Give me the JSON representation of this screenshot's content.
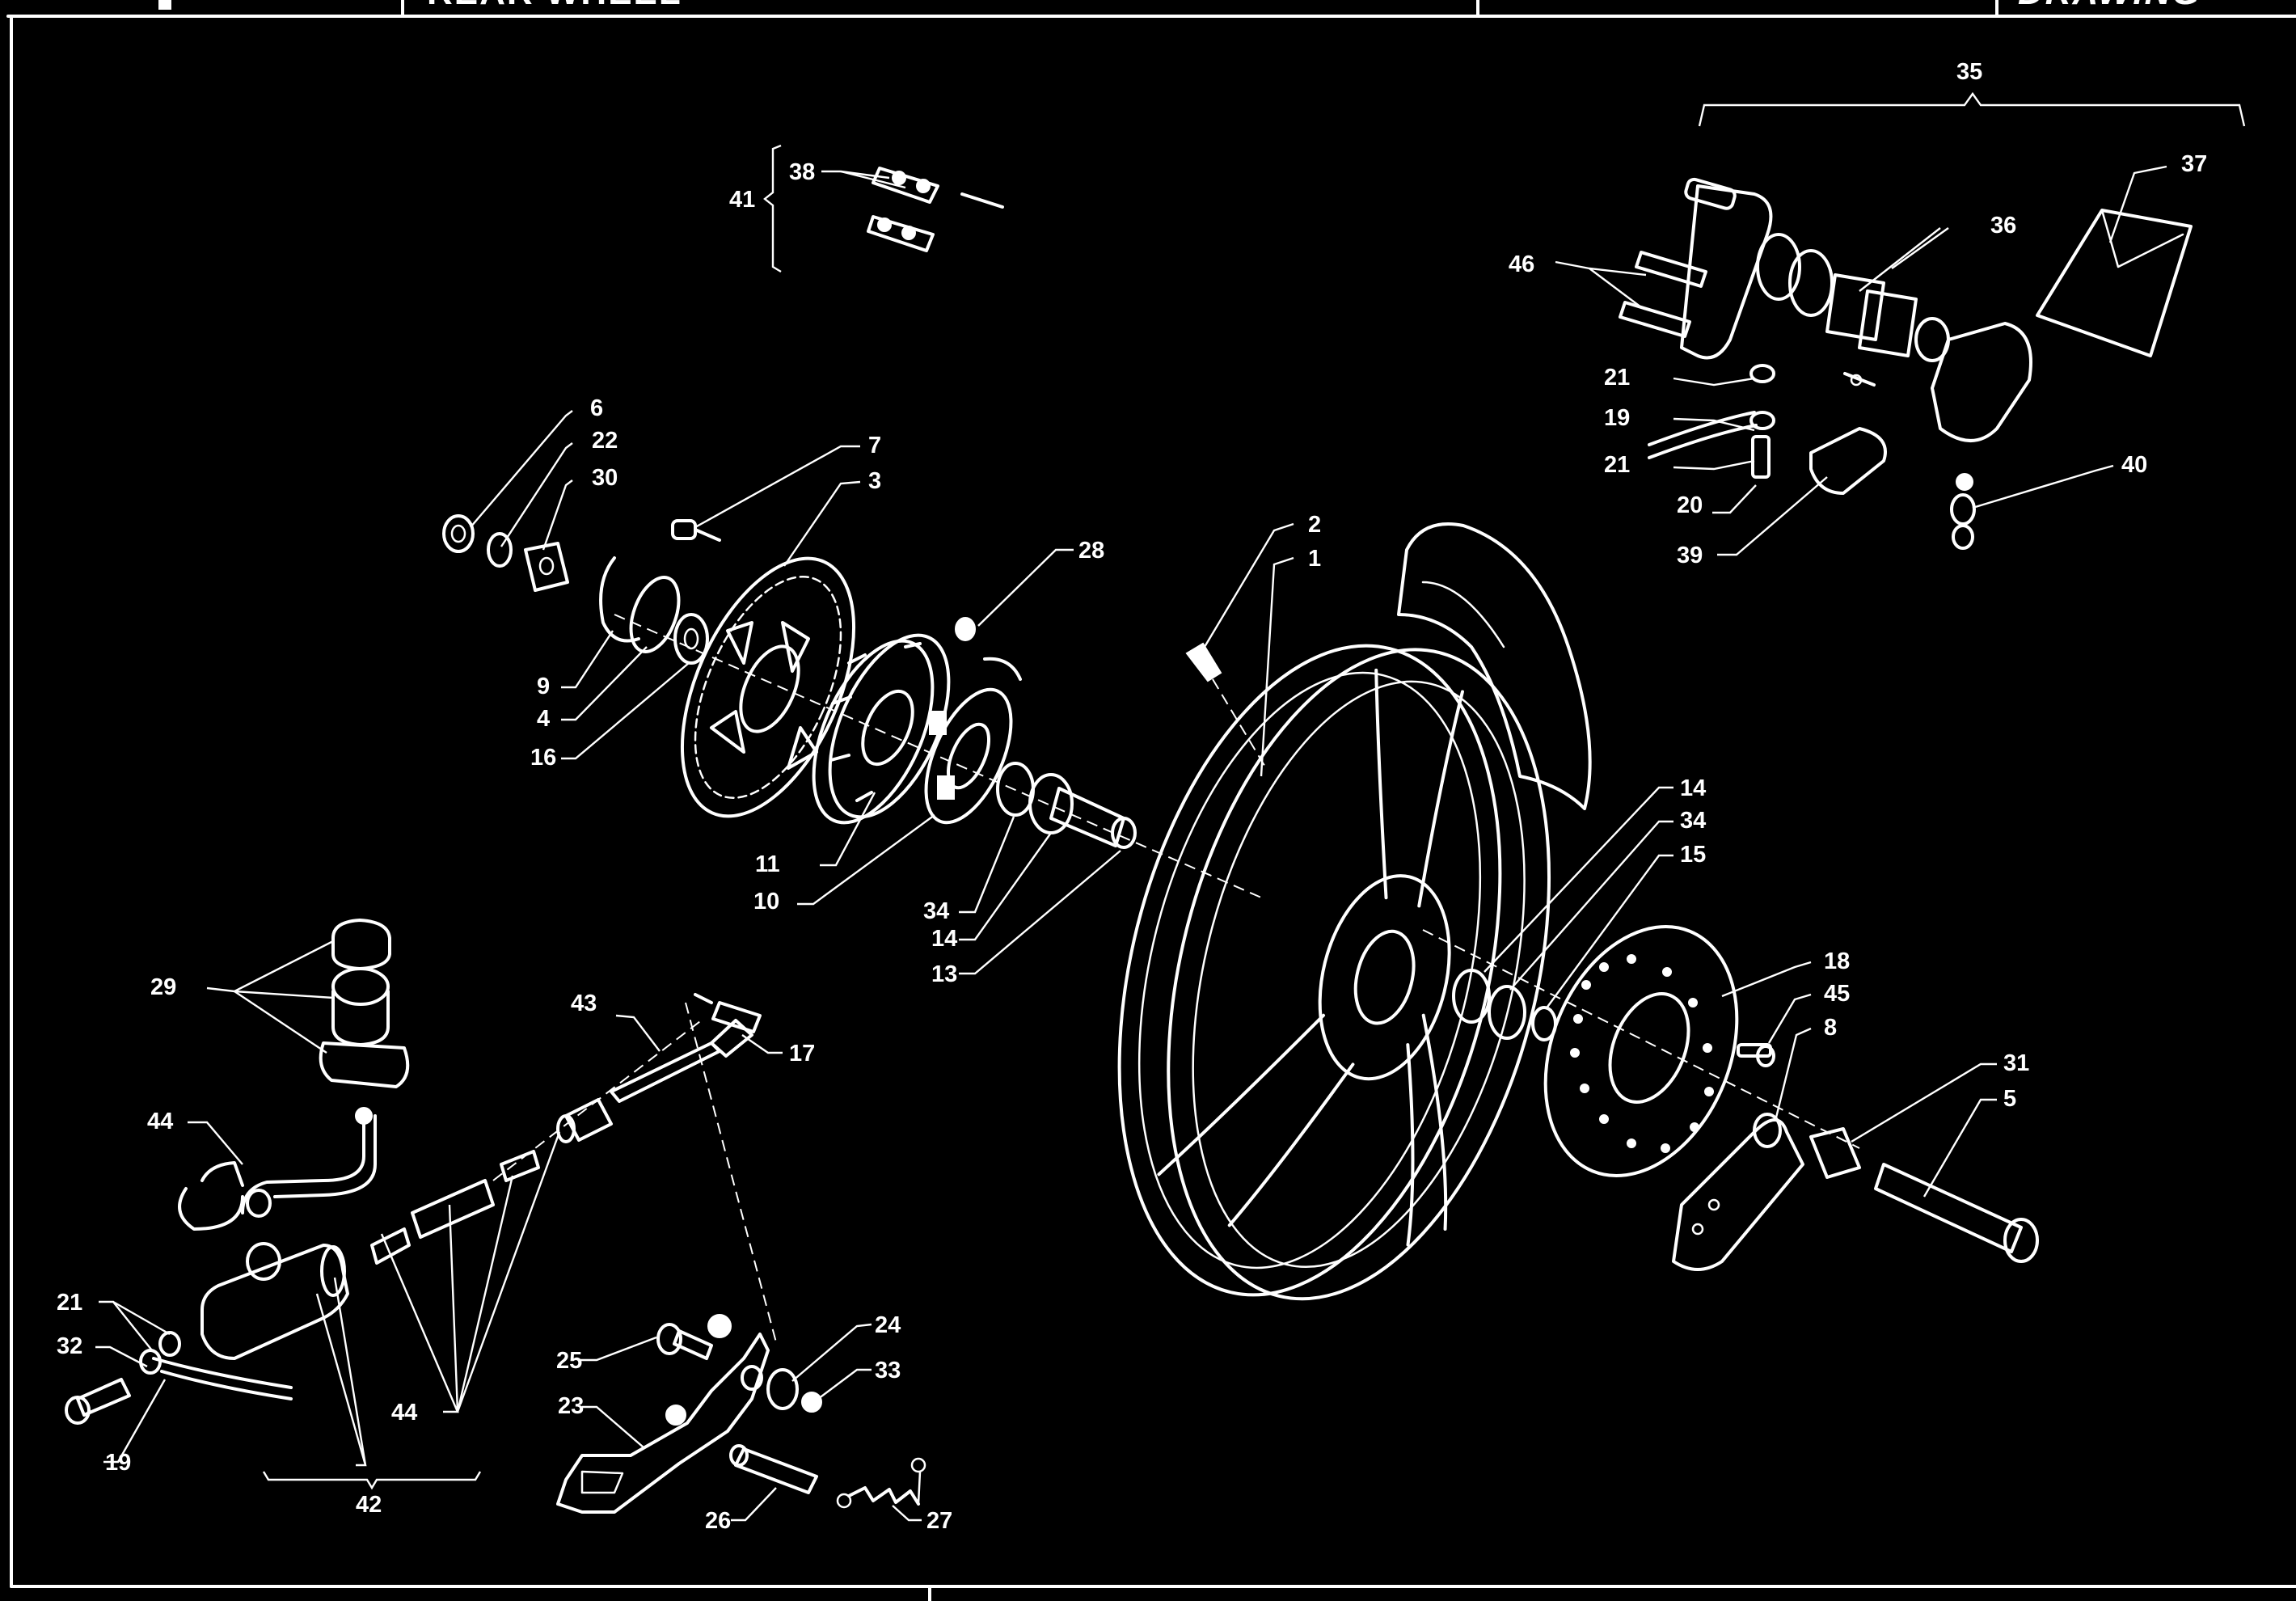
{
  "header": {
    "title": "REAR WHEEL",
    "code": "DRAWING"
  },
  "callouts": [
    {
      "id": "c1",
      "label": "1"
    },
    {
      "id": "c2",
      "label": "2"
    },
    {
      "id": "c3",
      "label": "3"
    },
    {
      "id": "c4",
      "label": "4"
    },
    {
      "id": "c5",
      "label": "5"
    },
    {
      "id": "c6",
      "label": "6"
    },
    {
      "id": "c7",
      "label": "7"
    },
    {
      "id": "c8",
      "label": "8"
    },
    {
      "id": "c9",
      "label": "9"
    },
    {
      "id": "c10",
      "label": "10"
    },
    {
      "id": "c11",
      "label": "11"
    },
    {
      "id": "c13",
      "label": "13"
    },
    {
      "id": "c14a",
      "label": "14"
    },
    {
      "id": "c14b",
      "label": "14"
    },
    {
      "id": "c15",
      "label": "15"
    },
    {
      "id": "c16",
      "label": "16"
    },
    {
      "id": "c17",
      "label": "17"
    },
    {
      "id": "c18",
      "label": "18"
    },
    {
      "id": "c19a",
      "label": "19"
    },
    {
      "id": "c19b",
      "label": "19"
    },
    {
      "id": "c20",
      "label": "20"
    },
    {
      "id": "c21a",
      "label": "21"
    },
    {
      "id": "c21b",
      "label": "21"
    },
    {
      "id": "c21c",
      "label": "21"
    },
    {
      "id": "c22",
      "label": "22"
    },
    {
      "id": "c23",
      "label": "23"
    },
    {
      "id": "c24",
      "label": "24"
    },
    {
      "id": "c25",
      "label": "25"
    },
    {
      "id": "c26",
      "label": "26"
    },
    {
      "id": "c27",
      "label": "27"
    },
    {
      "id": "c28",
      "label": "28"
    },
    {
      "id": "c29",
      "label": "29"
    },
    {
      "id": "c30",
      "label": "30"
    },
    {
      "id": "c31",
      "label": "31"
    },
    {
      "id": "c32",
      "label": "32"
    },
    {
      "id": "c33",
      "label": "33"
    },
    {
      "id": "c34a",
      "label": "34"
    },
    {
      "id": "c34b",
      "label": "34"
    },
    {
      "id": "c35",
      "label": "35"
    },
    {
      "id": "c36",
      "label": "36"
    },
    {
      "id": "c37",
      "label": "37"
    },
    {
      "id": "c38",
      "label": "38"
    },
    {
      "id": "c39",
      "label": "39"
    },
    {
      "id": "c40",
      "label": "40"
    },
    {
      "id": "c41",
      "label": "41"
    },
    {
      "id": "c42",
      "label": "42"
    },
    {
      "id": "c43",
      "label": "43"
    },
    {
      "id": "c44a",
      "label": "44"
    },
    {
      "id": "c44b",
      "label": "44"
    },
    {
      "id": "c45",
      "label": "45"
    },
    {
      "id": "c46",
      "label": "46"
    }
  ]
}
